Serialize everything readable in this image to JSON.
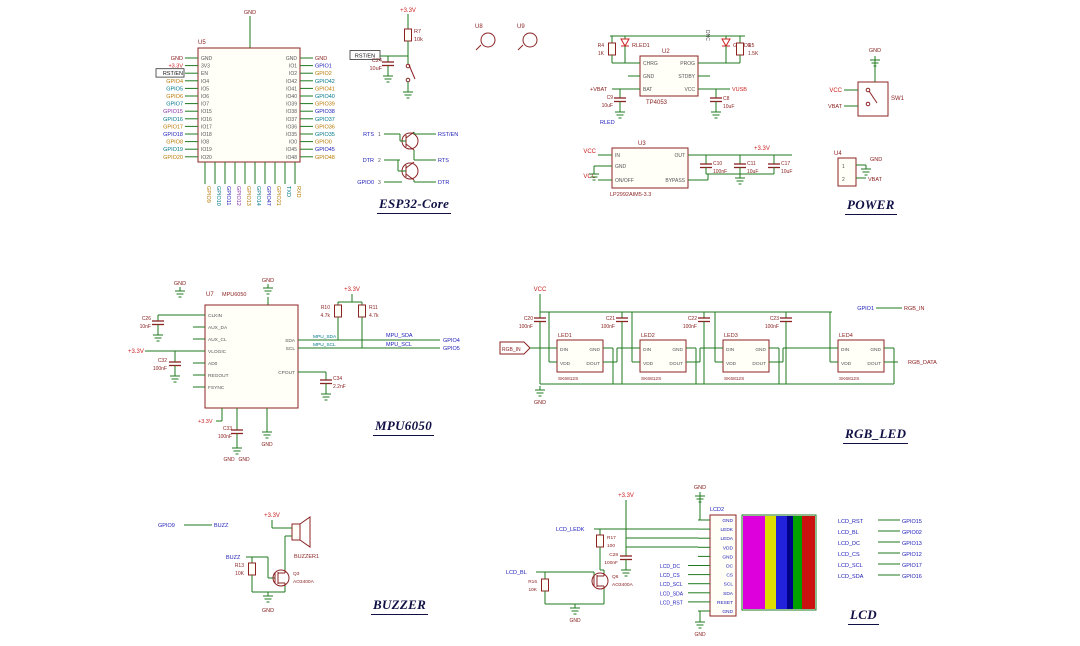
{
  "colors": {
    "wire": "#1f7a1f",
    "component": "#8b2323",
    "net_blue": "#1a1ab8",
    "power_red": "#cc2222",
    "gnd_maroon": "#8a2020",
    "teal": "#007788",
    "orange": "#b87800",
    "purple": "#8833aa",
    "title": "#101045"
  },
  "sections": {
    "esp32": {
      "title": "ESP32-Core",
      "gnd": "GND",
      "chip": {
        "ref": "U5",
        "left_pins": [
          "GND",
          "3V3",
          "EN",
          "IO4",
          "IO5",
          "IO6",
          "IO7",
          "IO15",
          "IO16",
          "IO17",
          "IO18",
          "IO8",
          "IO19",
          "IO20"
        ],
        "left_nets": [
          "GND",
          "+3.3V",
          "RST/EN",
          "GPIO4",
          "GPIO5",
          "GPIO6",
          "GPIO7",
          "GPIO15",
          "GPIO16",
          "GPIO17",
          "GPIO18",
          "GPIO8",
          "GPIO19",
          "GPIO20"
        ],
        "right_pins": [
          "GND",
          "IO1",
          "IO2",
          "IO42",
          "IO41",
          "IO40",
          "IO39",
          "IO38",
          "IO37",
          "IO36",
          "IO35",
          "IO0",
          "IO45",
          "IO48"
        ],
        "right_nets": [
          "GND",
          "GPIO1",
          "GPIO2",
          "GPIO42",
          "GPIO41",
          "GPIO40",
          "GPIO39",
          "GPIO38",
          "GPIO37",
          "GPIO36",
          "GPIO35",
          "GPIO0",
          "GPIO45",
          "GPIO48"
        ],
        "bottom_nets": [
          "GPIO9",
          "GPIO10",
          "GPIO11",
          "GPIO12",
          "GPIO13",
          "GPIO14",
          "GPIO47",
          "GPIO21",
          "TXD",
          "RXD"
        ]
      },
      "en": {
        "rail": "+3.3V",
        "r7": "R7",
        "r7_val": "10k",
        "c24": "C24",
        "c24_val": "10uF",
        "net": "RST/EN"
      },
      "autoprog": {
        "inputs": [
          "RTS",
          "DTR",
          "GPIO0"
        ],
        "nums": [
          "1",
          "2",
          "3"
        ],
        "outputs": [
          "RST/EN",
          "RTS",
          "DTR"
        ]
      }
    },
    "charger": {
      "u8": "U8",
      "u9": "U9",
      "rled1": "RLED1",
      "gled1": "GLED1",
      "r4": "R4",
      "r4_val": "1K",
      "r5": "R5",
      "r5_val": "1.5K",
      "dnc": "DNC",
      "chip": {
        "ref": "U2",
        "part": "TP4053",
        "left_pins": [
          "CHRG",
          "GND",
          "BAT"
        ],
        "right_pins": [
          "PROG",
          "STDBY",
          "VCC"
        ]
      },
      "vbat": "+VBAT",
      "vusb": "VUSB",
      "rled": "RLED",
      "c9": "C9",
      "c9_val": "10uF",
      "c8": "C8",
      "c8_val": "10uF"
    },
    "power": {
      "title": "POWER",
      "chip": {
        "ref": "U3",
        "part": "LP2992AIM5-3.3",
        "left_pins": [
          "IN",
          "GND",
          "ON/OFF"
        ],
        "right_pins": [
          "OUT",
          "BYPASS"
        ]
      },
      "vcc": "VCC",
      "v33": "+3.3V",
      "gnd": "GND",
      "vbat": "VBAT",
      "sw1": "SW1",
      "c10": "C10",
      "c10_val": "100nF",
      "c11": "C11",
      "c11_val": "10uF",
      "c17": "C17",
      "c17_val": "10uF",
      "u4": {
        "ref": "U4",
        "pins": [
          "1",
          "2"
        ]
      }
    },
    "mpu": {
      "title": "MPU6050",
      "chip": {
        "ref": "U7",
        "part": "MPU6050",
        "left_pins": [
          "CLKIN",
          "AUX_DA",
          "AUX_CL",
          "VLOGIC",
          "AD0",
          "REGOUT",
          "FSYNC"
        ],
        "right_pins": [
          "SDA",
          "SCL",
          "CPOUT"
        ]
      },
      "c26": "C26",
      "c26_val": "10nF",
      "c32": "C32",
      "c32_val": "100nF",
      "c33": "C33",
      "c33_val": "100nF",
      "c34": "C34",
      "c34_val": "2.2nF",
      "r10": "R10",
      "r10_val": "4.7k",
      "r11": "R11",
      "r11_val": "4.7k",
      "sda_t": "MPU_SDA",
      "scl_t": "MPU_SCL",
      "sda": "MPU_SDA",
      "scl": "MPU_SCL",
      "gpio4": "GPIO4",
      "gpio5": "GPIO5",
      "v33": "+3.3V",
      "gnd": "GND"
    },
    "rgb": {
      "title": "RGB_LED",
      "vcc": "VCC",
      "gnd": "GND",
      "caps": [
        {
          "ref": "C20",
          "val": "100nF"
        },
        {
          "ref": "C21",
          "val": "100nF"
        },
        {
          "ref": "C22",
          "val": "100nF"
        },
        {
          "ref": "C23",
          "val": "100nF"
        }
      ],
      "leds": [
        {
          "ref": "LED1"
        },
        {
          "ref": "LED2"
        },
        {
          "ref": "LED3"
        },
        {
          "ref": "LED4"
        }
      ],
      "led_part": "SK6812S",
      "led_pins": [
        "DIN",
        "VDD",
        "GND",
        "DOUT"
      ],
      "rgb_in": "RGB_IN",
      "rgb_data": "RGB_DATA",
      "gpio1": "GPIO1"
    },
    "buzzer": {
      "title": "BUZZER",
      "gpio9": "GPIO9",
      "buzz": "BUZZ",
      "v33": "+3.3V",
      "gnd": "GND",
      "r13": "R13",
      "r13_val": "10K",
      "q3": "Q3",
      "q3_part": "AO3400A",
      "buzzer1": "BUZZER1"
    },
    "lcd": {
      "title": "LCD",
      "v33": "+3.3V",
      "gnd": "GND",
      "lcd2": "LCD2",
      "conn_pins": [
        "GND",
        "LEDK",
        "LEDA",
        "VDD",
        "GND",
        "DC",
        "CS",
        "SCL",
        "SDA",
        "RESET",
        "GND"
      ],
      "ledk": "LCD_LEDK",
      "bl": "LCD_BL",
      "r17": "R17",
      "r17_val": "100",
      "c28": "C28",
      "c28_val": "100nF",
      "r16": "R16",
      "r16_val": "10K",
      "q6": "Q6",
      "q6_part": "AO3400A",
      "left_nets": [
        "LCD_DC",
        "LCD_CS",
        "LCD_SCL",
        "LCD_SDA",
        "LCD_RST"
      ],
      "map": [
        [
          "LCD_RST",
          "GPIO15"
        ],
        [
          "LCD_BL",
          "GPIO02"
        ],
        [
          "LCD_DC",
          "GPIO13"
        ],
        [
          "LCD_CS",
          "GPIO12"
        ],
        [
          "LCD_SCL",
          "GPIO17"
        ],
        [
          "LCD_SDA",
          "GPIO16"
        ]
      ],
      "panel_colors": [
        "#dd00dd",
        "#dddd00",
        "#2222dd",
        "#000088",
        "#00a000",
        "#cc1111"
      ]
    }
  }
}
